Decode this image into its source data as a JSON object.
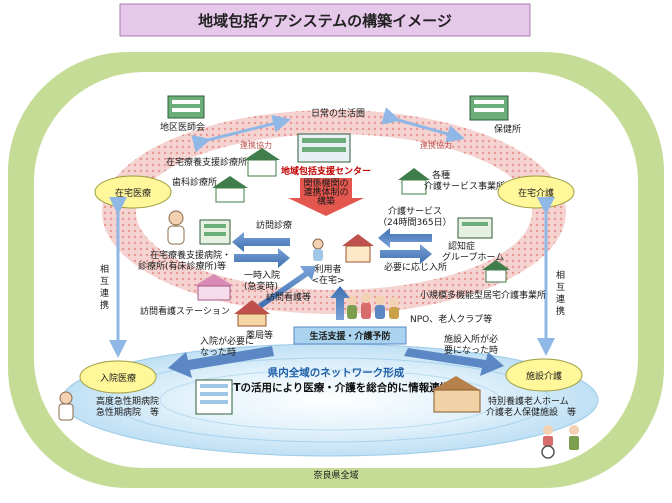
{
  "title": "地域包括ケアシステムの構築イメージ",
  "bottom_label": "奈良県全域",
  "daily_area": "日常の生活圏",
  "center": {
    "name": "地域包括支援センター",
    "role": [
      "関係機関の",
      "連携体制の",
      "構築"
    ]
  },
  "user": {
    "name": "利用者",
    "sub": "<在宅>"
  },
  "cooperation_left": "連携協力",
  "cooperation_right": "連携協力",
  "nodes": {
    "district_medical": "地区医師会",
    "health_center": "保健所",
    "home_support_clinic": "在宅療養支援診療所",
    "dental_clinic": "歯科診療所",
    "care_service": [
      "各種",
      "介護サービス事業所"
    ],
    "support_hospital": [
      "在宅療養支援病院・",
      "診療所(有床診療所)等"
    ],
    "visit_nursing": "訪問看護ステーション",
    "pharmacy": "薬局等",
    "group_home": [
      "認知症",
      "グループホーム"
    ],
    "small_multi": "小規模多機能型居宅介護事業所",
    "npo": "NPO、老人クラブ等",
    "acute_hospital": [
      "高度急性期病院",
      "急性期病院　等"
    ],
    "nursing_facility": [
      "特別養護老人ホーム",
      "介護老人保健施設　等"
    ]
  },
  "arrows": {
    "visit_treatment": "訪問診療",
    "temp_admission": [
      "一時入院",
      "(急変時)"
    ],
    "visit_nursing": "訪問看護等",
    "care_service": [
      "介護サービス",
      "（24時間365日）"
    ],
    "as_needed": "必要に応じ入所",
    "life_support": "生活支援・介護予防",
    "hospital_need": [
      "入院が必要に",
      "なった時"
    ],
    "facility_need": [
      "施設入所が必",
      "要になった時"
    ]
  },
  "circles": {
    "home_medical": "在宅医療",
    "home_care": "在宅介護",
    "hospital_medical": "入院医療",
    "facility_care": "施設介護"
  },
  "mutual_left": [
    "相",
    "互",
    "連",
    "携"
  ],
  "mutual_right": [
    "相",
    "互",
    "連",
    "携"
  ],
  "network": {
    "title": "県内全域のネットワーク形成",
    "desc": "ICTの活用により医療・介護を総合的に情報連携"
  },
  "colors": {
    "outer_band": "#c5dc96",
    "title_box": "#e6c8ea",
    "daily_ring": "#f2c6c4",
    "center_red": "#e4574f",
    "circle_fill": "#fff79a",
    "blue_arrow": "#5b87c4",
    "life_support_box": "#a9d3ef",
    "network_water": "#d6ecfa"
  }
}
